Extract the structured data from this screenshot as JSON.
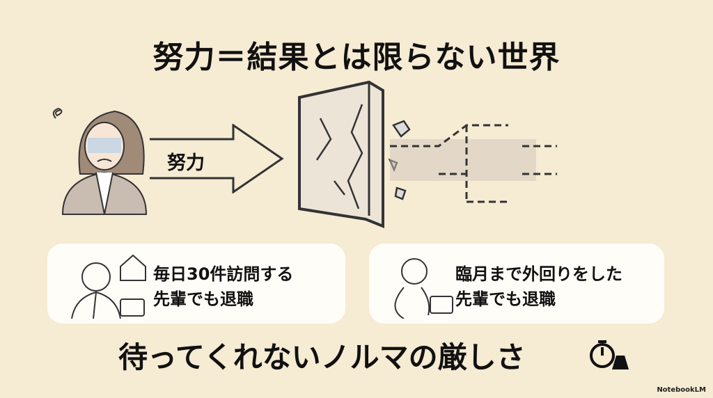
{
  "title": "努力＝結果とは限らない世界",
  "arrow_label": "努力",
  "cards": [
    {
      "line1": "毎日30件訪問する",
      "line2": "先輩でも退職"
    },
    {
      "line1": "臨月まで外回りをした",
      "line2": "先輩でも退職"
    }
  ],
  "bottom_text": "待ってくれないノルマの厳しさ",
  "brand": "NotebookLM",
  "colors": {
    "background": "#f6ebd3",
    "card": "#fffdf8",
    "ink": "#111111"
  }
}
